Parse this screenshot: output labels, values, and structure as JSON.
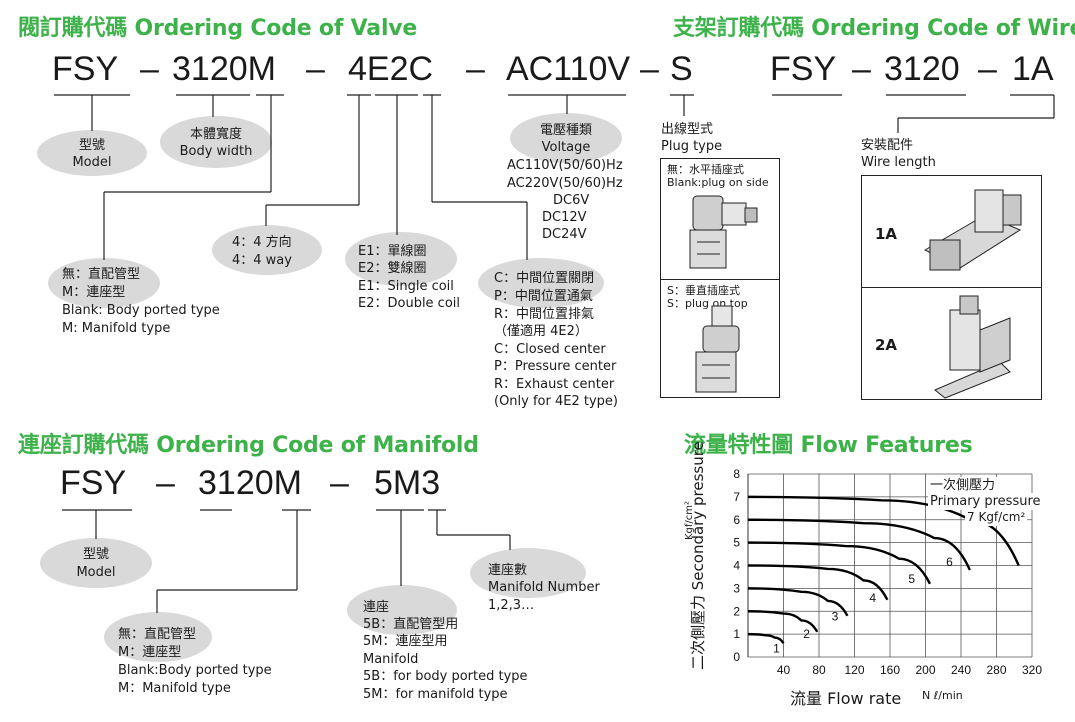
{
  "valve": {
    "title": "閥訂購代碼 Ordering Code of Valve",
    "code": [
      "FSY",
      "–",
      "3120M",
      "–",
      "4E2C",
      "–",
      "AC110V",
      "–",
      "S"
    ],
    "model_cn": "型號",
    "model_en": "Model",
    "body_cn": "本體寬度",
    "body_en": "Body width",
    "way_1": "4：4 方向",
    "way_2": "4：4 way",
    "coil_1": "E1：單線圈",
    "coil_2": "E2：雙線圈",
    "coil_3": "E1：Single coil",
    "coil_4": "E2：Double coil",
    "port_1": "無：直配管型",
    "port_2": "M：連座型",
    "port_3": "Blank: Body ported type",
    "port_4": "M: Manifold type",
    "center": [
      "C：中間位置關閉",
      "P：中間位置通氣",
      "R：中間位置排氣",
      "（僅適用 4E2）",
      "C：Closed center",
      "P：Pressure center",
      "R：Exhaust center",
      "(Only for 4E2 type)"
    ],
    "volt_cn": "電壓種類",
    "volt_en": "Voltage",
    "volts": [
      "AC110V(50/60)Hz",
      "AC220V(50/60)Hz",
      "DC6V",
      "DC12V",
      "DC24V"
    ],
    "plug_cn": "出線型式",
    "plug_en": "Plug type",
    "plug_side_1": "無：水平插座式",
    "plug_side_2": "Blank:plug on side",
    "plug_top_1": "S：垂直插座式",
    "plug_top_2": "S：plug on top"
  },
  "wire": {
    "title": "支架訂購代碼 Ordering Code of Wire",
    "code": [
      "FSY",
      "–",
      "3120",
      "–",
      "1A"
    ],
    "len_cn": "安裝配件",
    "len_en": "Wire length",
    "opt_1": "1A",
    "opt_2": "2A"
  },
  "manifold": {
    "title": "連座訂購代碼 Ordering Code of Manifold",
    "code": [
      "FSY",
      "–",
      "3120M",
      "–",
      "5M3"
    ],
    "model_cn": "型號",
    "model_en": "Model",
    "num_cn": "連座數",
    "num_en": "Manifold Number",
    "num_vals": "1,2,3…",
    "type_1": "連座",
    "type_2": "5B：直配管型用",
    "type_3": "5M：連座型用",
    "type_4": "Manifold",
    "type_5": "5B：for body ported type",
    "type_6": "5M：for manifold type",
    "port_1": "無：直配管型",
    "port_2": "M：連座型",
    "port_3": "Blank:Body ported type",
    "port_4": "M：Manifold type"
  },
  "flow": {
    "title": "流量特性圖 Flow Features",
    "legend_1": "一次側壓力",
    "legend_2": "Primary pressure",
    "legend_3": "7 Kgf/cm²",
    "ylabel": "二次側壓力 Secondary pressure",
    "yunit": "Kgf/cm²",
    "xlabel": "流量 Flow rate",
    "xunit": "N ℓ/min"
  },
  "chart_data": {
    "type": "line",
    "title": "流量特性圖 Flow Features",
    "xlabel": "流量 Flow rate N ℓ/min",
    "ylabel": "二次側壓力 Secondary pressure Kgf/cm²",
    "xlim": [
      0,
      320
    ],
    "ylim": [
      0,
      8
    ],
    "xticks": [
      40,
      80,
      120,
      160,
      200,
      240,
      280,
      320
    ],
    "yticks": [
      0,
      1,
      2,
      3,
      4,
      5,
      6,
      7,
      8
    ],
    "grid": true,
    "series": [
      {
        "name": "1",
        "x": [
          0,
          20,
          30,
          40
        ],
        "y": [
          1,
          0.95,
          0.85,
          0.6
        ]
      },
      {
        "name": "2",
        "x": [
          0,
          40,
          60,
          78
        ],
        "y": [
          2,
          1.9,
          1.6,
          1.1
        ]
      },
      {
        "name": "3",
        "x": [
          0,
          60,
          90,
          112
        ],
        "y": [
          3,
          2.85,
          2.45,
          1.8
        ]
      },
      {
        "name": "4",
        "x": [
          0,
          90,
          130,
          157
        ],
        "y": [
          4,
          3.85,
          3.35,
          2.5
        ]
      },
      {
        "name": "5",
        "x": [
          0,
          110,
          170,
          205
        ],
        "y": [
          5,
          4.85,
          4.3,
          3.2
        ]
      },
      {
        "name": "6",
        "x": [
          0,
          130,
          210,
          250
        ],
        "y": [
          6,
          5.85,
          5.2,
          3.8
        ]
      },
      {
        "name": "7",
        "x": [
          0,
          150,
          250,
          305
        ],
        "y": [
          7,
          6.85,
          6.0,
          4.0
        ]
      }
    ]
  }
}
